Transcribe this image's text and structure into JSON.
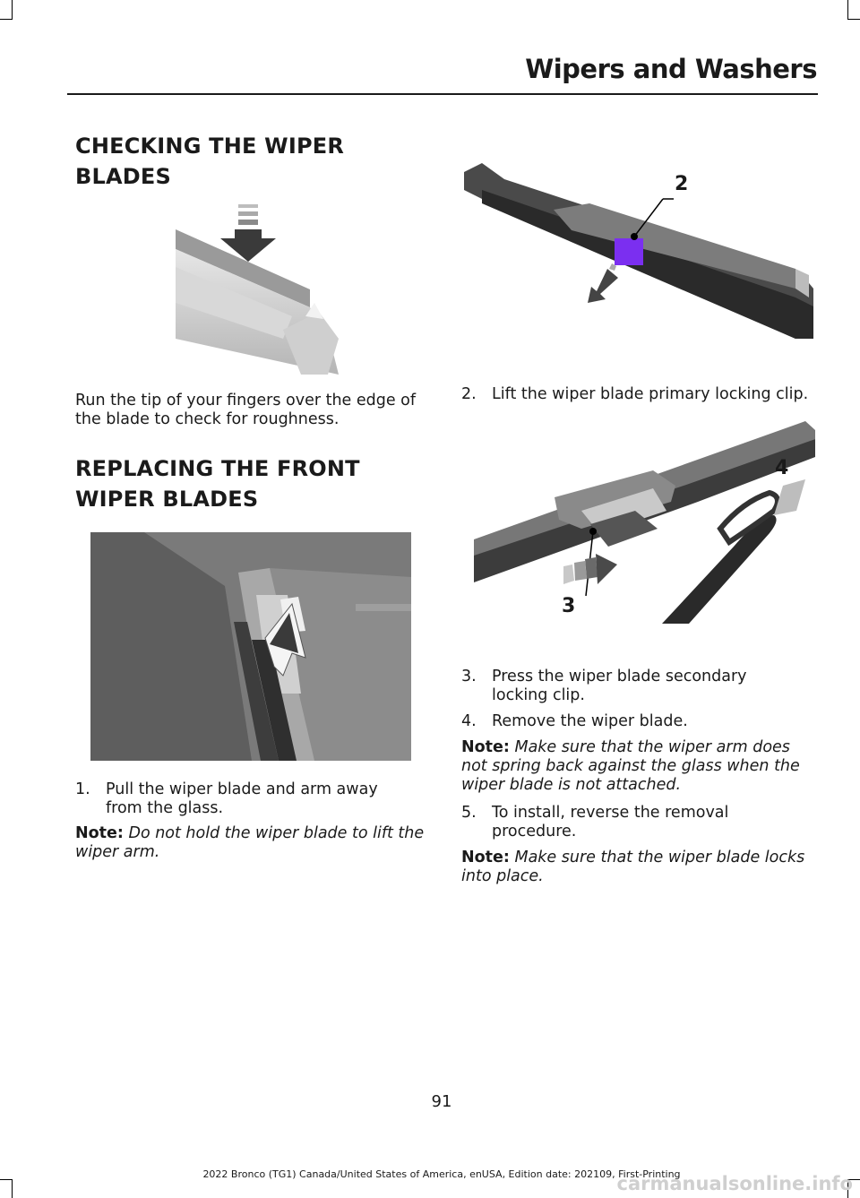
{
  "header": {
    "title": "Wipers and Washers"
  },
  "section_check": {
    "heading_line1": "CHECKING THE WIPER",
    "heading_line2": "BLADES",
    "body_line1": "Run the tip of your fingers over the edge of",
    "body_line2": "the blade to check for roughness."
  },
  "section_replace": {
    "heading_line1": "REPLACING THE FRONT",
    "heading_line2": "WIPER BLADES",
    "step1": {
      "num": "1.",
      "line1": "Pull the wiper blade and arm away",
      "line2": "from the glass."
    },
    "note1": {
      "label": "Note:",
      "line1": " Do not hold the wiper blade to lift the",
      "line2": "wiper arm."
    }
  },
  "right_col": {
    "fig2_callout": "2",
    "step2": {
      "num": "2.",
      "text": "Lift the wiper blade primary locking clip."
    },
    "fig3_callout_a": "4",
    "fig3_callout_b": "3",
    "step3": {
      "num": "3.",
      "line1": "Press the wiper blade secondary",
      "line2": "locking clip."
    },
    "step4": {
      "num": "4.",
      "text": "Remove the wiper blade."
    },
    "note2": {
      "label": "Note:",
      "line1": " Make sure that the wiper arm does",
      "line2": "not spring back against the glass when the",
      "line3": "wiper blade is not attached."
    },
    "step5": {
      "num": "5.",
      "line1": "To install, reverse the removal",
      "line2": "procedure."
    },
    "note3": {
      "label": "Note:",
      "line1": " Make sure that the wiper blade locks",
      "line2": "into place."
    }
  },
  "footer": {
    "page_number": "91",
    "edition": "2022 Bronco (TG1) Canada/United States of America, enUSA, Edition date: 202109, First-Printing"
  },
  "watermark": "carmanualsonline.info",
  "colors": {
    "highlight": "#7b2ff0",
    "ink": "#1a1a1a"
  }
}
